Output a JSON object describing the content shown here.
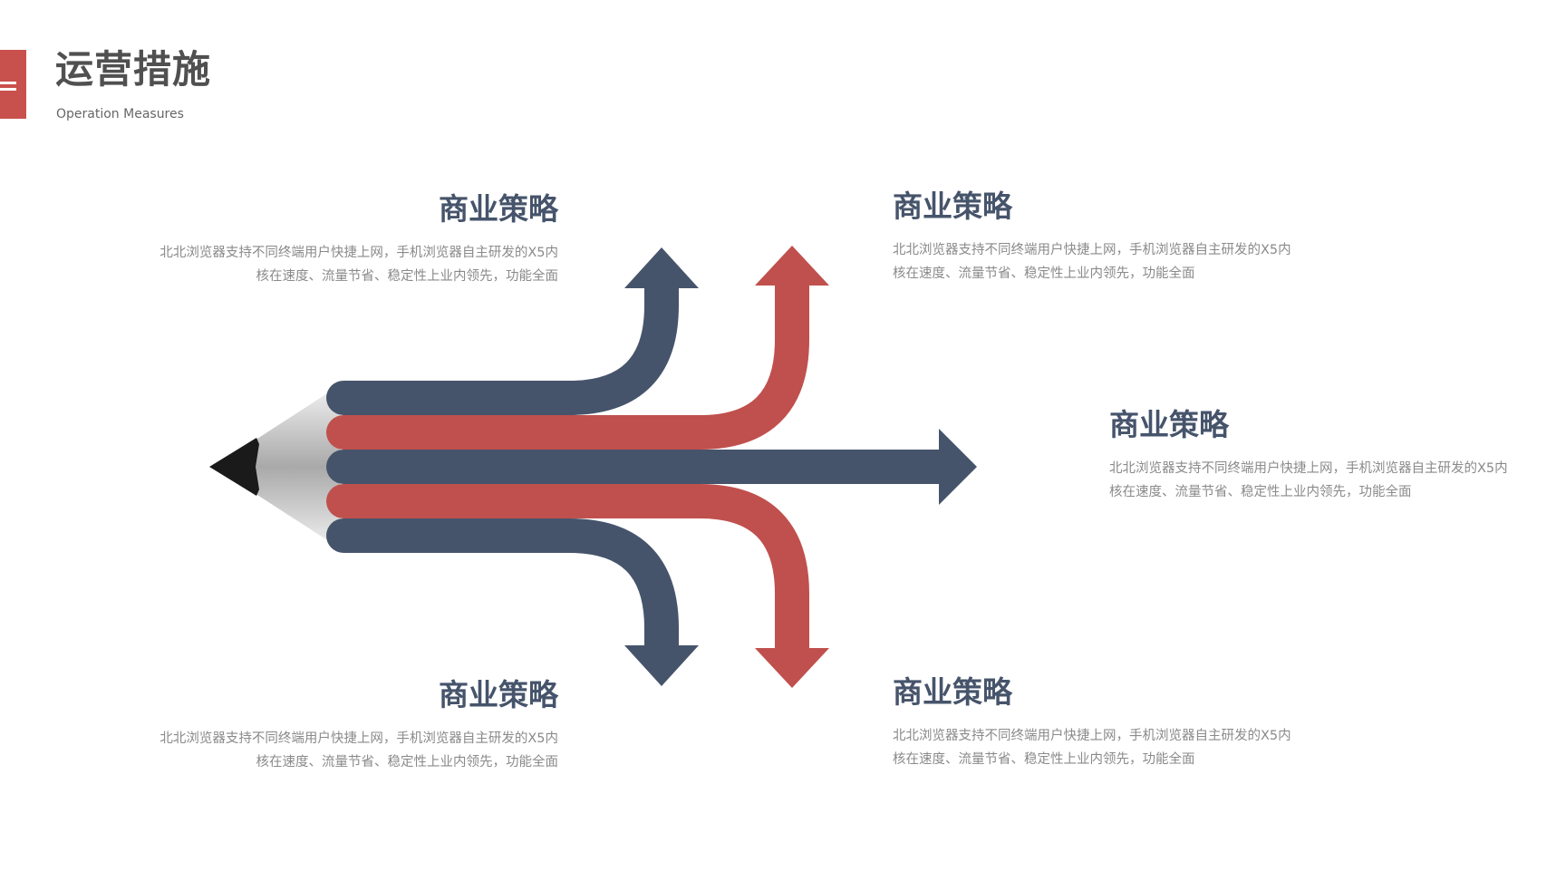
{
  "header": {
    "title": "运营措施",
    "subtitle": "Operation Measures"
  },
  "colors": {
    "navy": "#46546b",
    "red": "#c0504d",
    "heading": "#46546b",
    "body_text": "#8a8a8a",
    "accent": "#c9514d"
  },
  "blocks": [
    {
      "heading": "商业策略",
      "line1": "北北浏览器支持不同终端用户快捷上网，手机浏览器自主研发的X5内",
      "line2": "核在速度、流量节省、稳定性上业内领先，功能全面"
    },
    {
      "heading": "商业策略",
      "line1": "北北浏览器支持不同终端用户快捷上网，手机浏览器自主研发的X5内",
      "line2": "核在速度、流量节省、稳定性上业内领先，功能全面"
    },
    {
      "heading": "商业策略",
      "line1": "北北浏览器支持不同终端用户快捷上网，手机浏览器自主研发的X5内",
      "line2": "核在速度、流量节省、稳定性上业内领先，功能全面"
    },
    {
      "heading": "商业策略",
      "line1": "北北浏览器支持不同终端用户快捷上网，手机浏览器自主研发的X5内",
      "line2": "核在速度、流量节省、稳定性上业内领先，功能全面"
    },
    {
      "heading": "商业策略",
      "line1": "北北浏览器支持不同终端用户快捷上网，手机浏览器自主研发的X5内",
      "line2": "核在速度、流量节省、稳定性上业内领先，功能全面"
    }
  ],
  "icons": {
    "menu": "menu-icon",
    "pencil": "pencil-icon"
  }
}
